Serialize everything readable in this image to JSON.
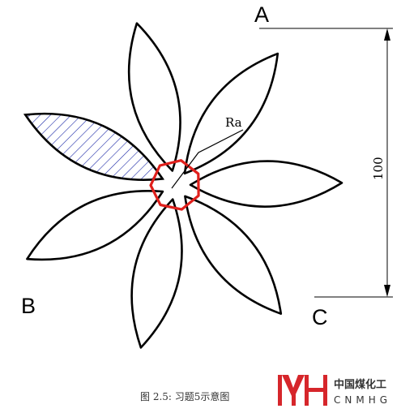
{
  "labels": {
    "vertex_a": "A",
    "vertex_b": "B",
    "vertex_c": "C",
    "radius": "Ra",
    "dimension": "100"
  },
  "caption": "图 2.5: 习题5示意图",
  "logo": {
    "chinese": "中国煤化工",
    "english": "CNMHG"
  },
  "colors": {
    "outline": "#000000",
    "center_polygon": "#e0201c",
    "hatch": "#1d2aa8",
    "logo_red": "#d6262b"
  },
  "figure": {
    "petal_count": 7,
    "hatched_petals": 1
  }
}
